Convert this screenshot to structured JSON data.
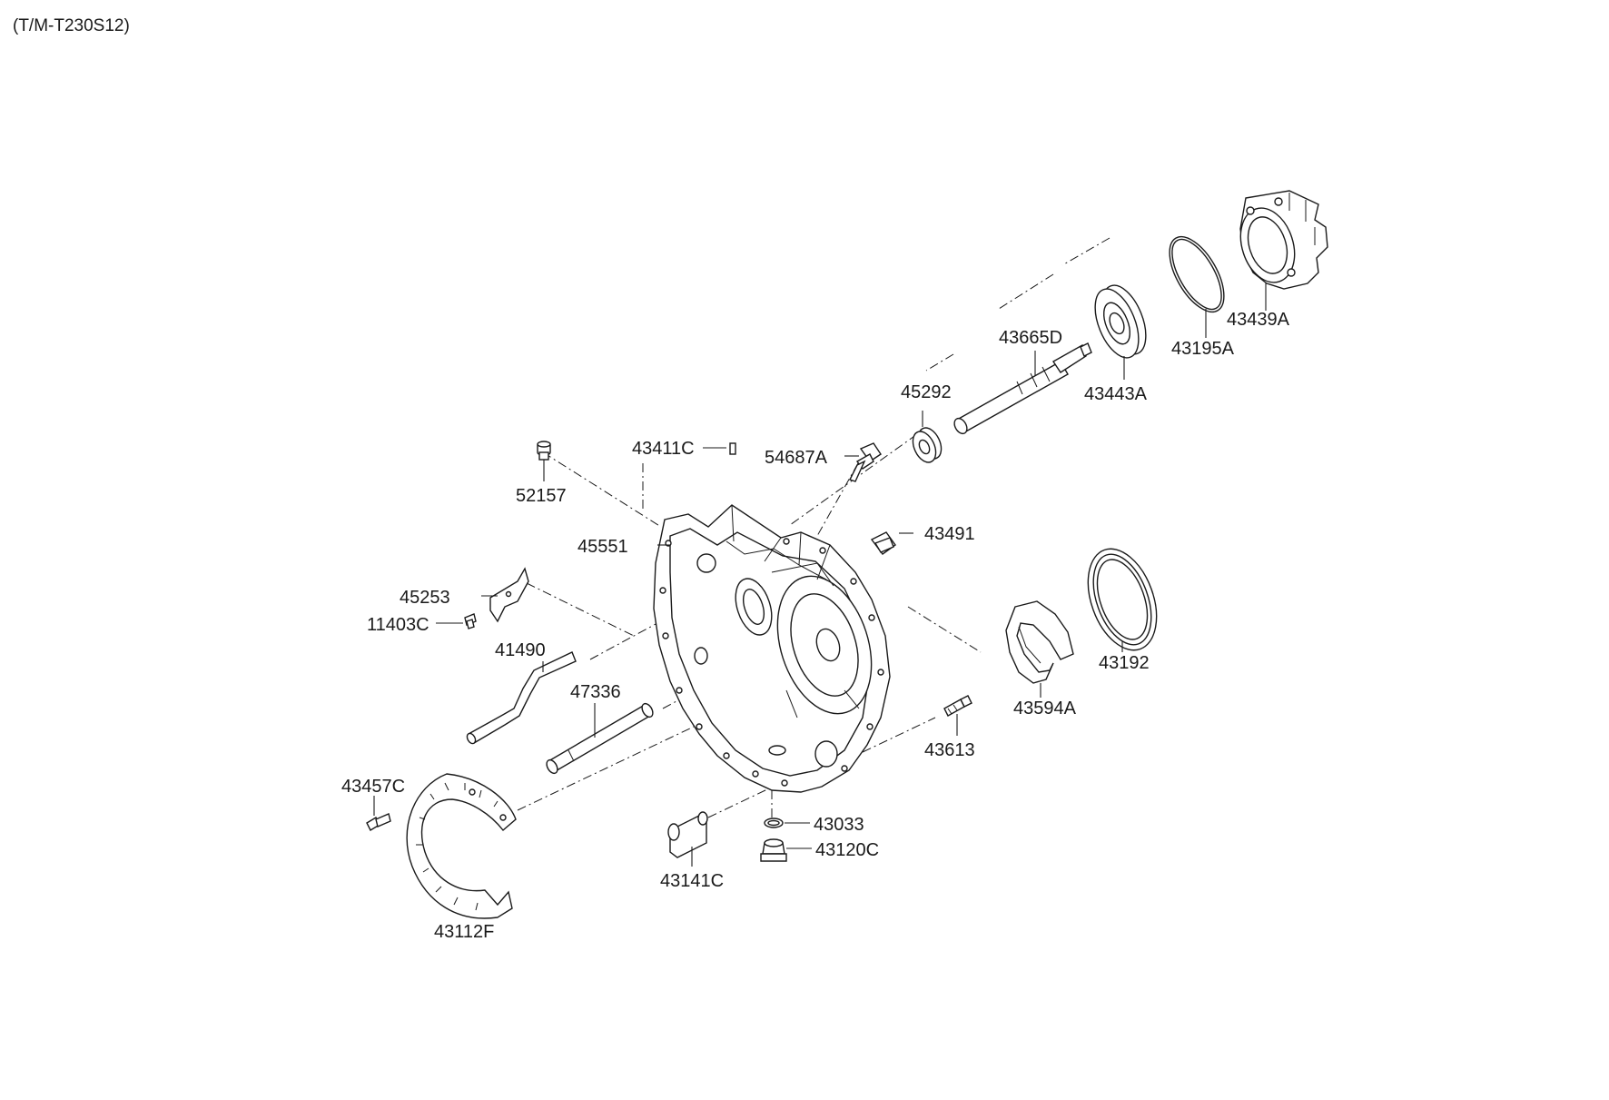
{
  "title": "(T/M-T230S12)",
  "parts": {
    "p43439A": "43439A",
    "p43195A": "43195A",
    "p43443A": "43443A",
    "p43665D": "43665D",
    "p45292": "45292",
    "p43411C": "43411C",
    "p54687A": "54687A",
    "p52157": "52157",
    "p45551": "45551",
    "p43491": "43491",
    "p45253": "45253",
    "p11403C": "11403C",
    "p41490": "41490",
    "p47336": "47336",
    "p43192": "43192",
    "p43594A": "43594A",
    "p43613": "43613",
    "p43457C": "43457C",
    "p43033": "43033",
    "p43120C": "43120C",
    "p43141C": "43141C",
    "p43112F": "43112F"
  }
}
